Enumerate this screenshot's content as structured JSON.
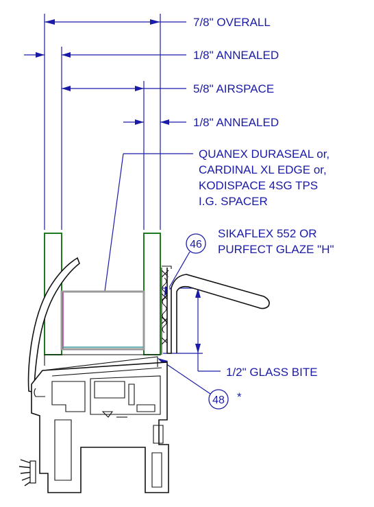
{
  "callouts": {
    "overall": "7/8\"  OVERALL",
    "lite_outer": "1/8\"  ANNEALED",
    "airspace": "5/8\"  AIRSPACE",
    "lite_inner": "1/8\"  ANNEALED",
    "spacer_line1": "QUANEX DURASEAL or,",
    "spacer_line2": "CARDINAL XL EDGE or,",
    "spacer_line3": "KODISPACE 4SG TPS",
    "spacer_line4": "I.G. SPACER",
    "sealant_line1": "SIKAFLEX 552 OR",
    "sealant_line2": "PURFECT GLAZE \"H\"",
    "glass_bite": "1/2\"  GLASS BITE",
    "asterisk": "*"
  },
  "tags": {
    "sealant": "46",
    "glazing_bead": "48"
  },
  "colors": {
    "dimension_lines": "#1a1aa8",
    "glass": "#1f7a1f",
    "profile": "#111111",
    "spacer": "#9a9a9a"
  }
}
